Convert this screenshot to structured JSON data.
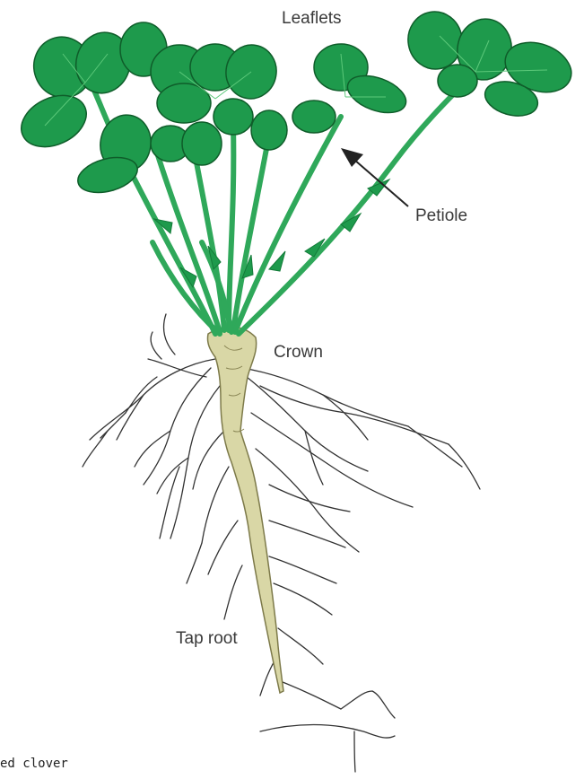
{
  "diagram": {
    "labels": {
      "leaflets": "Leaflets",
      "petiole": "Petiole",
      "crown": "Crown",
      "tap_root": "Tap root"
    },
    "caption": "ed clover"
  },
  "colors": {
    "leaf": "#1e9a4c",
    "leaf_dark": "#127a38",
    "stem": "#2fa85a",
    "root": "#d9d7a6",
    "root_outline": "#7d7a4a",
    "fine_roots": "#333333"
  }
}
